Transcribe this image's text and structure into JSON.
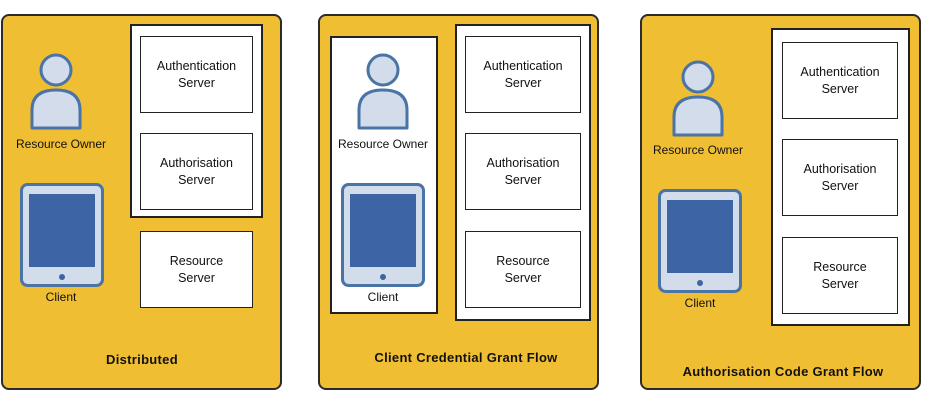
{
  "colors": {
    "panel": "#f0be32",
    "person": "#d2dcea",
    "person_stroke": "#4a73a6",
    "tablet_frame": "#d2dcea",
    "tablet_screen": "#3d64a4"
  },
  "panels": [
    {
      "title": "Distributed",
      "resource_owner_label": "Resource Owner",
      "client_label": "Client",
      "auth_server_label": "Authentication\nServer",
      "authorisation_server_label": "Authorisation\nServer",
      "resource_server_label": "Resource\nServer"
    },
    {
      "title": "Client Credential Grant Flow",
      "resource_owner_label": "Resource Owner",
      "client_label": "Client",
      "auth_server_label": "Authentication\nServer",
      "authorisation_server_label": "Authorisation\nServer",
      "resource_server_label": "Resource\nServer"
    },
    {
      "title": "Authorisation Code Grant Flow",
      "resource_owner_label": "Resource Owner",
      "client_label": "Client",
      "auth_server_label": "Authentication\nServer",
      "authorisation_server_label": "Authorisation\nServer",
      "resource_server_label": "Resource\nServer"
    }
  ]
}
